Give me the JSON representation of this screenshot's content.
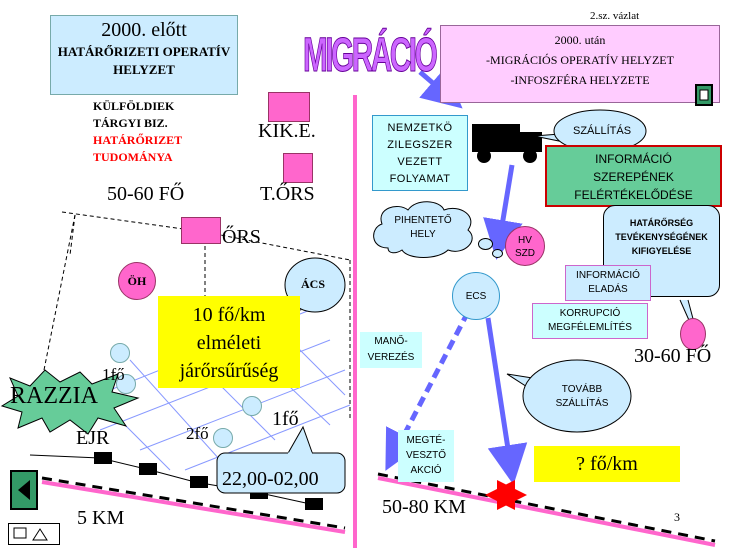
{
  "left": {
    "header_line1": "2000. előtt",
    "header_line2": "HATÁRŐRIZETI OPERATÍV",
    "header_line3": "HELYZET",
    "list": [
      "KÜLFÖLDIEK",
      "TÁRGYI BIZ."
    ],
    "list_red": [
      "HATÁRŐRIZET",
      "TUDOMÁNYA"
    ],
    "kike": "KIK.E.",
    "tors": "T.ŐRS",
    "staff": "50-60 FŐ",
    "ors": "ŐRS",
    "oh": "ÖH",
    "acs": "ÁCS",
    "density_lines": [
      "10 fő/km",
      "elméleti",
      "járőrsűrűség"
    ],
    "razzia": "RAZZIA",
    "one_fo_a": "1fő",
    "two_fo": "2fő",
    "one_fo_b": "1fő",
    "ejr": "EJR",
    "time": "22,00-02,00",
    "km": "5 KM"
  },
  "center": {
    "title": "MIGRÁCIÓ"
  },
  "right": {
    "draft": "2.sz. vázlat",
    "header_lines": [
      "2000. után",
      "-MIGRÁCIÓS OPERATÍV HELYZET",
      "-INFOSZFÉRA HELYZETE"
    ],
    "national": [
      "NEMZETKÖ",
      "ZILEGSZER",
      "VEZETT",
      "FOLYAMAT"
    ],
    "transport": "SZÁLLÍTÁS",
    "info_value": [
      "INFORMÁCIÓ",
      "SZEREPÉNEK",
      "FELÉRTÉKELŐDÉSE"
    ],
    "rest": [
      "PIHENTETŐ",
      "HELY"
    ],
    "hv": [
      "HV",
      "SZD"
    ],
    "observe": [
      "HATÁRŐRSÉG",
      "TEVÉKENYSÉGÉNEK",
      "KIFIGYELÉSE"
    ],
    "ecs": "ECS",
    "sale": [
      "INFORMÁCIÓ",
      "ELADÁS"
    ],
    "corruption": [
      "KORRUPCIÓ",
      "MEGFÉLEMLÍTÉS"
    ],
    "staff": "30-60 FŐ",
    "manoeuvre": [
      "MANŐ-",
      "VEREZÉS"
    ],
    "further": [
      "TOVÁBB",
      "SZÁLLÍTÁS"
    ],
    "deceive": [
      "MEGTÉ-",
      "VESZTŐ",
      "AKCIÓ"
    ],
    "per_km": "? fő/km",
    "km": "50-80 KM",
    "page": "3"
  },
  "colors": {
    "pink": "#ff66cc",
    "light_blue": "#ccecff",
    "cyan": "#ccffff",
    "yellow": "#ffff00",
    "green": "#66cc99",
    "red": "#ff0000",
    "arrow_blue": "#6666ff",
    "lavender": "#ffccff"
  },
  "icons": [
    "document-icon",
    "nav-left-icon",
    "footer-shape-icon"
  ]
}
